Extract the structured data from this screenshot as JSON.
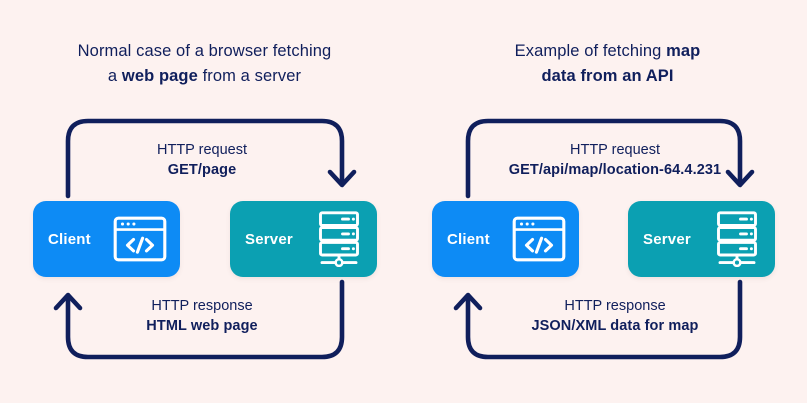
{
  "background_color": "#fdf2f0",
  "colors": {
    "navy": "#101f5c",
    "client_blue": "#0d8bf5",
    "server_teal": "#0ba0b2",
    "icon_white": "#ffffff"
  },
  "panels": [
    {
      "id": "left",
      "title": {
        "line1_plain": "Normal case of a browser fetching",
        "line2_pre": "a ",
        "line2_bold": "web page",
        "line2_post": " from a server"
      },
      "request": {
        "label": "HTTP request",
        "value": "GET/page"
      },
      "response": {
        "label": "HTTP response",
        "value": "HTML web page"
      },
      "nodes": [
        {
          "label": "Client",
          "icon": "browser-code-icon",
          "color": "#0d8bf5"
        },
        {
          "label": "Server",
          "icon": "server-rack-icon",
          "color": "#0ba0b2"
        }
      ]
    },
    {
      "id": "right",
      "title": {
        "line1_plain": "Example of fetching ",
        "line1_bold": "map",
        "line2_bold": "data from an API"
      },
      "request": {
        "label": "HTTP request",
        "value": "GET/api/map/location-64.4.231"
      },
      "response": {
        "label": "HTTP response",
        "value": "JSON/XML data for map"
      },
      "nodes": [
        {
          "label": "Client",
          "icon": "browser-code-icon",
          "color": "#0d8bf5"
        },
        {
          "label": "Server",
          "icon": "server-rack-icon",
          "color": "#0ba0b2"
        }
      ]
    }
  ]
}
